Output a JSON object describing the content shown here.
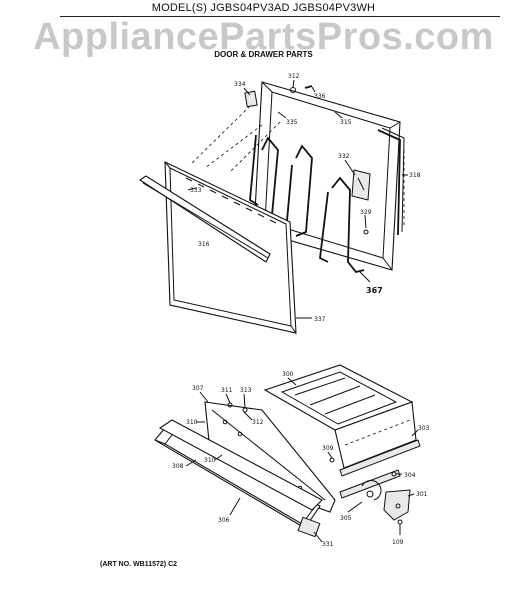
{
  "header": {
    "model_line": "MODEL(S) JGBS04PV3AD  JGBS04PV3WH",
    "watermark": "AppliancePartsPros.com",
    "section_title": "DOOR & DRAWER PARTS"
  },
  "footer": {
    "art_number": "(ART NO. WB11572) C2"
  },
  "callouts": {
    "c334": "334",
    "c312a": "312",
    "c336": "336",
    "c335": "335",
    "c315": "315",
    "c318": "318",
    "c332": "332",
    "c333": "333",
    "c316": "316",
    "c329": "329",
    "c367": "367",
    "c337": "337",
    "c307": "307",
    "c311": "311",
    "c313": "313",
    "c300": "300",
    "c312b": "312",
    "c310a": "310",
    "c310b": "310",
    "c303": "303",
    "c308": "308",
    "c309": "309",
    "c304": "304",
    "c301": "301",
    "c305": "305",
    "c306": "306",
    "c109": "109",
    "c331": "331"
  }
}
